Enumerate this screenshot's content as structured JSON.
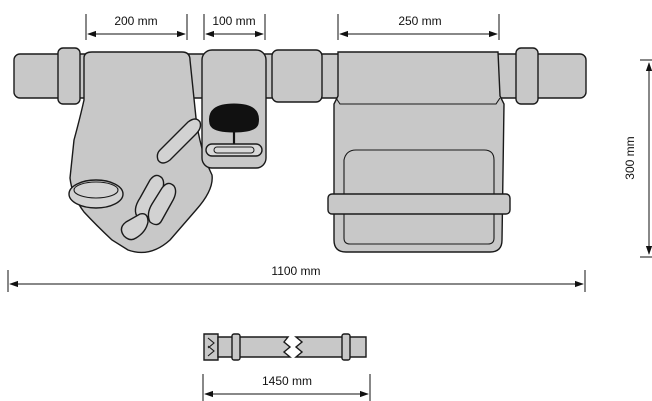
{
  "dimensions": {
    "pocket_left_width": "200 mm",
    "center_holder_width": "100 mm",
    "pocket_right_width": "250 mm",
    "height": "300 mm",
    "belt_span": "1100 mm",
    "strap_length": "1450 mm"
  },
  "icons": {
    "arrow": "arrow-icon",
    "buckle": "buckle-icon"
  },
  "colors": {
    "part_fill": "#c8c8c8",
    "outline": "#1a1a1a",
    "dark_tool": "#111111"
  }
}
